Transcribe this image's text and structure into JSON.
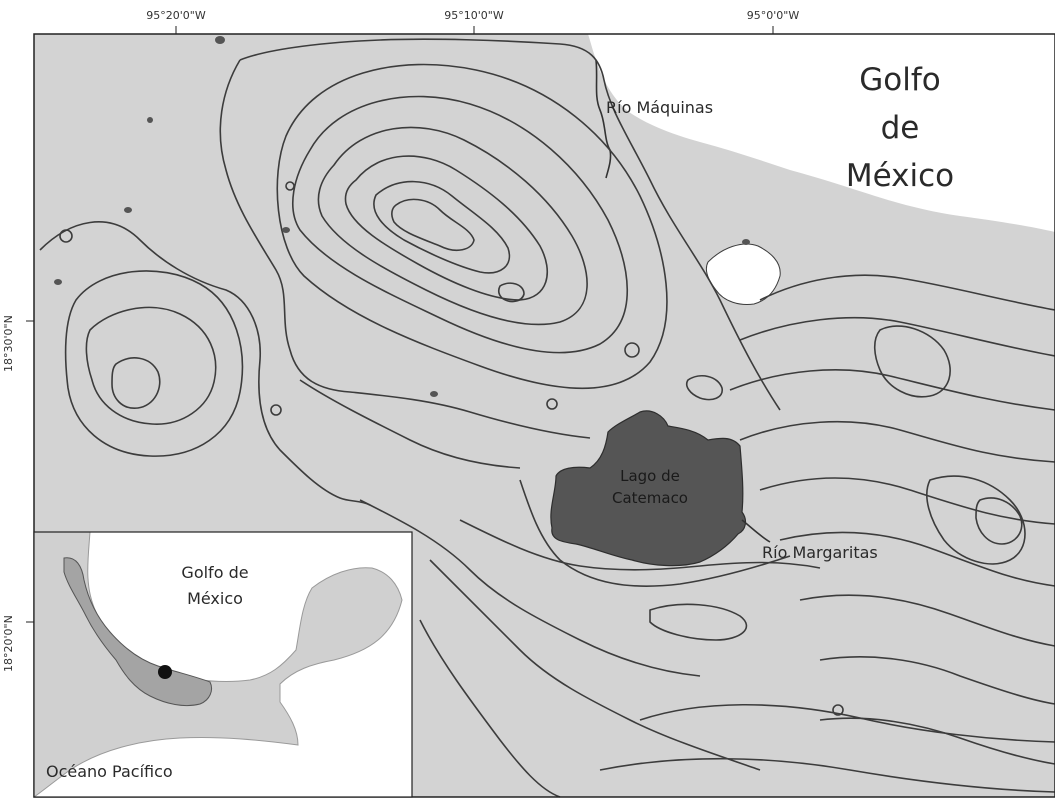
{
  "map": {
    "lon_ticks": [
      "95°20'0\"W",
      "95°10'0\"W",
      "95°0'0\"W"
    ],
    "lat_ticks": [
      "18°30'0\"N",
      "18°20'0\"N"
    ],
    "gulf_label_lines": [
      "Golfo",
      "de",
      "México"
    ],
    "lake_label_lines": [
      "Lago de",
      "Catemaco"
    ],
    "river_north": "Río Máquinas",
    "river_south": "Río Margaritas"
  },
  "inset": {
    "gulf_label_lines": [
      "Golfo de",
      "México"
    ],
    "ocean_label": "Océano Pacífico"
  },
  "colors": {
    "land": "#d3d3d3",
    "water": "#ffffff",
    "lake": "#555555",
    "contour": "#3c3c3c",
    "state_highlight": "#a4a4a4"
  }
}
